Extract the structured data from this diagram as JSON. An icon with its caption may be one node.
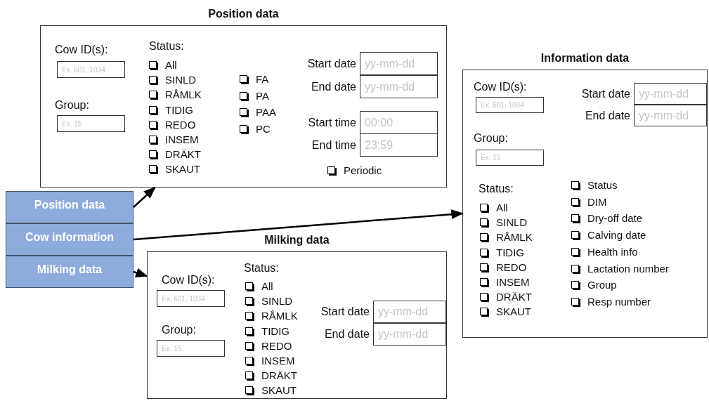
{
  "diagram": {
    "nodes": [
      {
        "text": [
          "Position data"
        ]
      },
      {
        "text": [
          "Cow information"
        ]
      },
      {
        "text": [
          "Milking data"
        ]
      },
      {
        "text": [
          "Position data"
        ]
      },
      {
        "text": [
          "Ex. 601, 1034"
        ],
        "beside": [
          "Cow ID(s):"
        ],
        "in": 3
      },
      {
        "text": [
          "Ex. 15"
        ],
        "beside": [
          "Group:"
        ],
        "in": 3
      },
      {
        "text": [],
        "shape": "box",
        "beside": [
          "All"
        ],
        "in": 3
      },
      {
        "text": [],
        "shape": "box",
        "beside": [
          "SINLD"
        ],
        "in": 3
      },
      {
        "text": [],
        "shape": "box",
        "beside": [
          "RÅMLK"
        ],
        "in": 3
      },
      {
        "text": [],
        "shape": "box",
        "beside": [
          "TIDIG"
        ],
        "in": 3
      },
      {
        "text": [],
        "shape": "box",
        "beside": [
          "REDO"
        ],
        "in": 3
      },
      {
        "text": [],
        "shape": "box",
        "beside": [
          "INSEM"
        ],
        "in": 3
      },
      {
        "text": [],
        "shape": "box",
        "beside": [
          "DRÄKT"
        ],
        "in": 3
      },
      {
        "text": [],
        "shape": "box",
        "beside": [
          "SKAUT"
        ],
        "in": 3
      },
      {
        "text": [],
        "shape": "box",
        "beside": [
          "FA"
        ],
        "in": 3
      },
      {
        "text": [],
        "shape": "box",
        "beside": [
          "PA"
        ],
        "in": 3
      },
      {
        "text": [],
        "shape": "box",
        "beside": [
          "PAA"
        ],
        "in": 3
      },
      {
        "text": [],
        "shape": "box",
        "beside": [
          "PC"
        ],
        "in": 3
      },
      {
        "text": [
          "yy-mm-dd"
        ],
        "beside": [
          "Start date"
        ],
        "in": 3
      },
      {
        "text": [
          "yy-mm-dd"
        ],
        "beside": [
          "End date"
        ],
        "in": 3
      },
      {
        "text": [
          "00:00"
        ],
        "beside": [
          "Start time"
        ],
        "in": 3
      },
      {
        "text": [
          "23:59"
        ],
        "beside": [
          "End time"
        ],
        "in": 3
      },
      {
        "text": [],
        "shape": "box",
        "beside": [
          "Periodic"
        ],
        "in": 3
      },
      {
        "text": [
          "Information data"
        ]
      },
      {
        "text": [
          "Ex. 601, 1034"
        ],
        "beside": [
          "Cow ID(s):"
        ],
        "in": 23
      },
      {
        "text": [
          "Ex. 15"
        ],
        "beside": [
          "Group:"
        ],
        "in": 23
      },
      {
        "text": [
          "yy-mm-dd"
        ],
        "beside": [
          "Start date"
        ],
        "in": 23
      },
      {
        "text": [
          "yy-mm-dd"
        ],
        "beside": [
          "End date"
        ],
        "in": 23
      },
      {
        "text": [],
        "shape": "box",
        "beside": [
          "All"
        ],
        "in": 23
      },
      {
        "text": [],
        "shape": "box",
        "beside": [
          "SINLD"
        ],
        "in": 23
      },
      {
        "text": [],
        "shape": "box",
        "beside": [
          "RÅMLK"
        ],
        "in": 23
      },
      {
        "text": [],
        "shape": "box",
        "beside": [
          "TIDIG"
        ],
        "in": 23
      },
      {
        "text": [],
        "shape": "box",
        "beside": [
          "REDO"
        ],
        "in": 23
      },
      {
        "text": [],
        "shape": "box",
        "beside": [
          "INSEM"
        ],
        "in": 23
      },
      {
        "text": [],
        "shape": "box",
        "beside": [
          "DRÄKT"
        ],
        "in": 23
      },
      {
        "text": [],
        "shape": "box",
        "beside": [
          "SKAUT"
        ],
        "in": 23
      },
      {
        "text": [],
        "shape": "box",
        "beside": [
          "Status"
        ],
        "in": 23
      },
      {
        "text": [],
        "shape": "box",
        "beside": [
          "DIM"
        ],
        "in": 23
      },
      {
        "text": [],
        "shape": "box",
        "beside": [
          "Dry-off date"
        ],
        "in": 23
      },
      {
        "text": [],
        "shape": "box",
        "beside": [
          "Calving date"
        ],
        "in": 23
      },
      {
        "text": [],
        "shape": "box",
        "beside": [
          "Health info"
        ],
        "in": 23
      },
      {
        "text": [],
        "shape": "box",
        "beside": [
          "Lactation number"
        ],
        "in": 23
      },
      {
        "text": [],
        "shape": "box",
        "beside": [
          "Group"
        ],
        "in": 23
      },
      {
        "text": [],
        "shape": "box",
        "beside": [
          "Resp number"
        ],
        "in": 23
      },
      {
        "text": [
          "Milking data"
        ]
      },
      {
        "text": [
          "Ex. 601, 1034"
        ],
        "beside": [
          "Cow ID(s):"
        ],
        "in": 44
      },
      {
        "text": [
          "Ex. 15"
        ],
        "beside": [
          "Group:"
        ],
        "in": 44
      },
      {
        "text": [],
        "shape": "box",
        "beside": [
          "All"
        ],
        "in": 44
      },
      {
        "text": [],
        "shape": "box",
        "beside": [
          "SINLD"
        ],
        "in": 44
      },
      {
        "text": [],
        "shape": "box",
        "beside": [
          "RÅMLK"
        ],
        "in": 44
      },
      {
        "text": [],
        "shape": "box",
        "beside": [
          "TIDIG"
        ],
        "in": 44
      },
      {
        "text": [],
        "shape": "box",
        "beside": [
          "REDO"
        ],
        "in": 44
      },
      {
        "text": [],
        "shape": "box",
        "beside": [
          "INSEM"
        ],
        "in": 44
      },
      {
        "text": [],
        "shape": "box",
        "beside": [
          "DRÄKT"
        ],
        "in": 44
      },
      {
        "text": [],
        "shape": "box",
        "beside": [
          "SKAUT"
        ],
        "in": 44
      },
      {
        "text": [
          "yy-mm-dd"
        ],
        "beside": [
          "Start date"
        ],
        "in": 44
      },
      {
        "text": [
          "yy-mm-dd"
        ],
        "beside": [
          "End date"
        ],
        "in": 44
      }
    ],
    "edges": [
      {
        "from": 0,
        "to": 3,
        "arrow": "to"
      },
      {
        "from": 1,
        "to": 23,
        "arrow": "to"
      },
      {
        "from": 2,
        "to": 44,
        "arrow": "to"
      }
    ],
    "labels": [
      "Status:",
      "Status:",
      "Status:"
    ]
  }
}
